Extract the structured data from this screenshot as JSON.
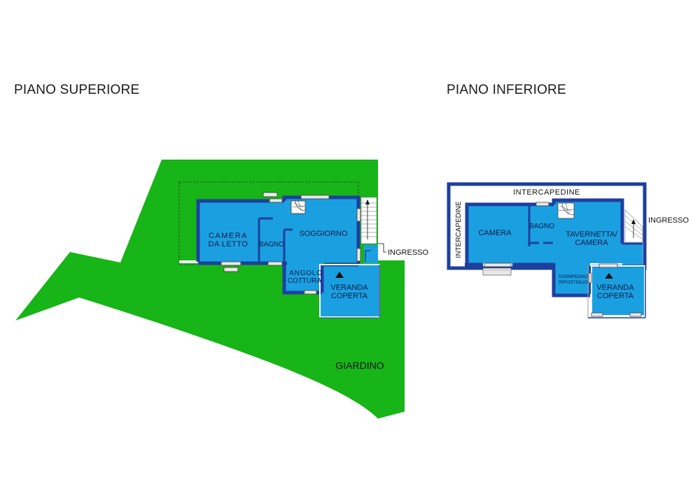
{
  "upper_floor": {
    "title": "PIANO SUPERIORE",
    "rooms": {
      "camera_line1": "CAMERA",
      "camera_line2": "DA LETTO",
      "bagno": "BAGNO",
      "soggiorno": "SOGGIORNO",
      "angolo_line1": "ANGOLO",
      "angolo_line2": "COTTURA",
      "veranda_line1": "VERANDA",
      "veranda_line2": "COPERTA"
    },
    "ingresso": "INGRESSO",
    "giardino": "GIARDINO"
  },
  "lower_floor": {
    "title": "PIANO INFERIORE",
    "intercapedine_top": "INTERCAPEDINE",
    "intercapedine_side": "INTERCAPEDINE",
    "rooms": {
      "camera": "CAMERA",
      "bagno": "BAGNO",
      "tavernetta_line1": "TAVERNETTA/",
      "tavernetta_line2": "CAMERA",
      "disimpegno_line1": "DISIMPEGNO",
      "disimpegno_line2": "RIPOSTIGLIO",
      "veranda_line1": "VERANDA",
      "veranda_line2": "COPERTA"
    },
    "ingresso": "INGRESSO"
  },
  "colors": {
    "garden": "#17b517",
    "room_fill": "#1aa0e0",
    "wall": "#1e3f9e",
    "window": "#e8e8e8"
  }
}
